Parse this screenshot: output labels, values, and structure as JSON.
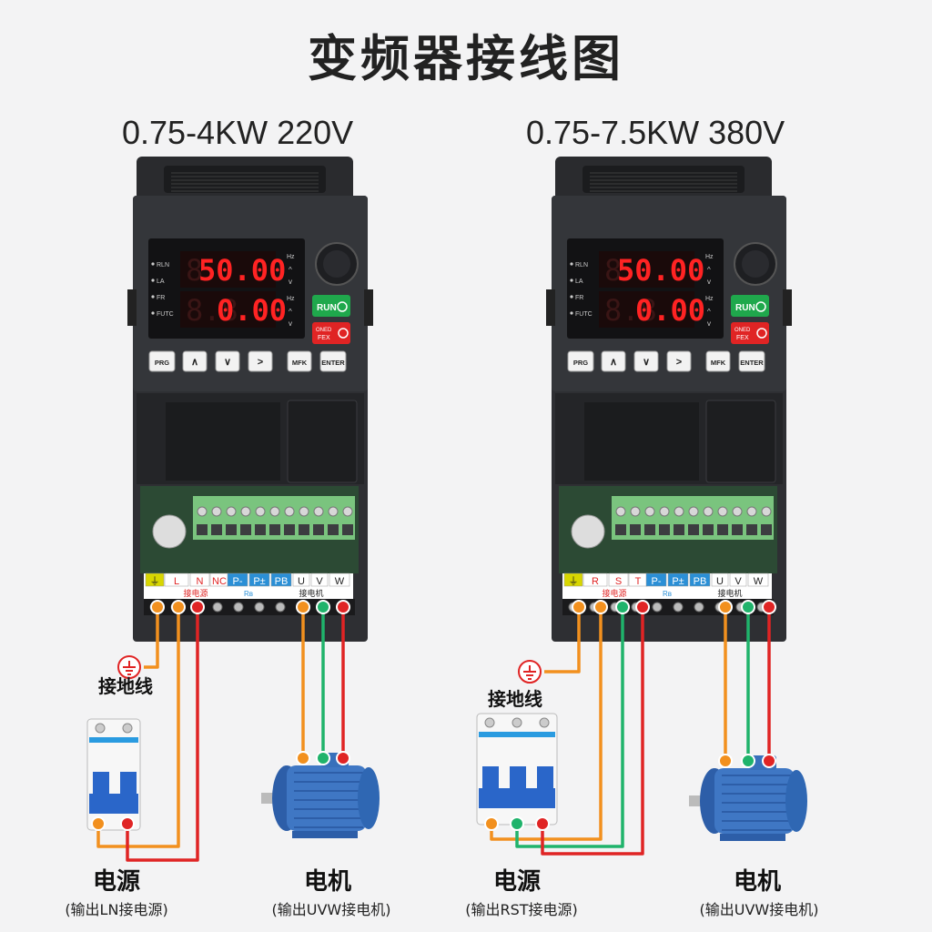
{
  "title": "变频器接线图",
  "inverters": [
    {
      "model": "0.75-4KW  220V",
      "display_top": "50.00",
      "display_bottom": "0.00",
      "indicators": [
        "RLN",
        "LA",
        "FR",
        "FUTC"
      ],
      "unit_top": "Hz",
      "unit_bottom": "Hz",
      "run_label": "RUN",
      "stop_label_1": "ONED",
      "stop_label_2": "FEX",
      "keys": [
        "PRG",
        "∧",
        "∨",
        ">",
        "MFK",
        "ENTER"
      ],
      "terminals": [
        "⏚",
        "L",
        "N",
        "NC",
        "P-",
        "P±",
        "PB",
        "U",
        "V",
        "W"
      ],
      "power_group_label": "接电源",
      "motor_group_label": "接电机",
      "brake_label": "Rʙ",
      "ground_label": "接地线",
      "power_label": "电源",
      "power_note": "(输出LN接电源)",
      "motor_label": "电机",
      "motor_note": "(输出UVW接电机)"
    },
    {
      "model": "0.75-7.5KW  380V",
      "display_top": "50.00",
      "display_bottom": "0.00",
      "indicators": [
        "RLN",
        "LA",
        "FR",
        "FUTC"
      ],
      "unit_top": "Hz",
      "unit_bottom": "Hz",
      "run_label": "RUN",
      "stop_label_1": "ONED",
      "stop_label_2": "FEX",
      "keys": [
        "PRG",
        "∧",
        "∨",
        ">",
        "MFK",
        "ENTER"
      ],
      "terminals": [
        "⏚",
        "R",
        "S",
        "T",
        "P-",
        "P±",
        "PB",
        "U",
        "V",
        "W"
      ],
      "power_group_label": "接电源",
      "motor_group_label": "接电机",
      "brake_label": "Rʙ",
      "ground_label": "接地线",
      "power_label": "电源",
      "power_note": "(输出RST接电源)",
      "motor_label": "电机",
      "motor_note": "(输出UVW接电机)"
    }
  ],
  "wire_colors": {
    "orange": "#f2901e",
    "green": "#1fb36b",
    "red": "#e02424"
  }
}
